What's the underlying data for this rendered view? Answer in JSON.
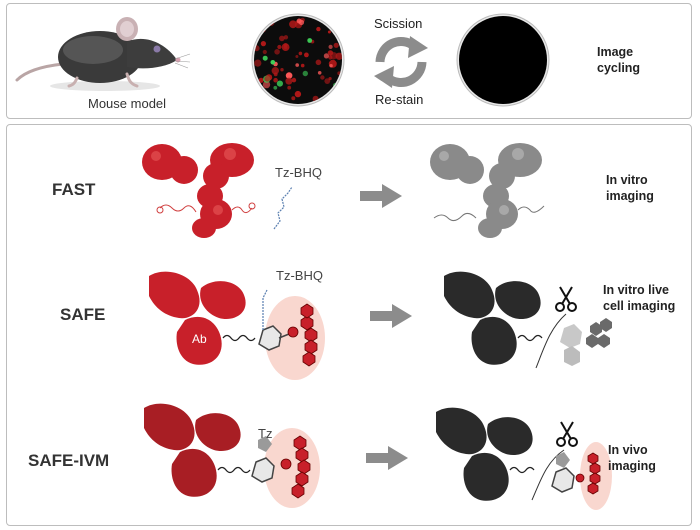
{
  "top": {
    "mouse_caption": "Mouse model",
    "scission_label": "Scission",
    "restain_label": "Re-stain",
    "image_cycling_line1": "Image",
    "image_cycling_line2": "cycling"
  },
  "rows": [
    {
      "label": "FAST",
      "reagent": "Tz-BHQ",
      "result_line1": "In vitro",
      "result_line2": "imaging"
    },
    {
      "label": "SAFE",
      "reagent": "Tz-BHQ",
      "antibody": "Ab",
      "result_line1": "In vitro live",
      "result_line2": "cell imaging"
    },
    {
      "label": "SAFE-IVM",
      "reagent": "Tz",
      "result_line1": "In vivo",
      "result_line2": "imaging"
    }
  ],
  "colors": {
    "antibody_red": "#c8202a",
    "antibody_dark": "#2a2a2a",
    "arrow_gray": "#8c8c8c",
    "tz_blue": "#5a7fb0",
    "glow": "#f4b6a8"
  }
}
